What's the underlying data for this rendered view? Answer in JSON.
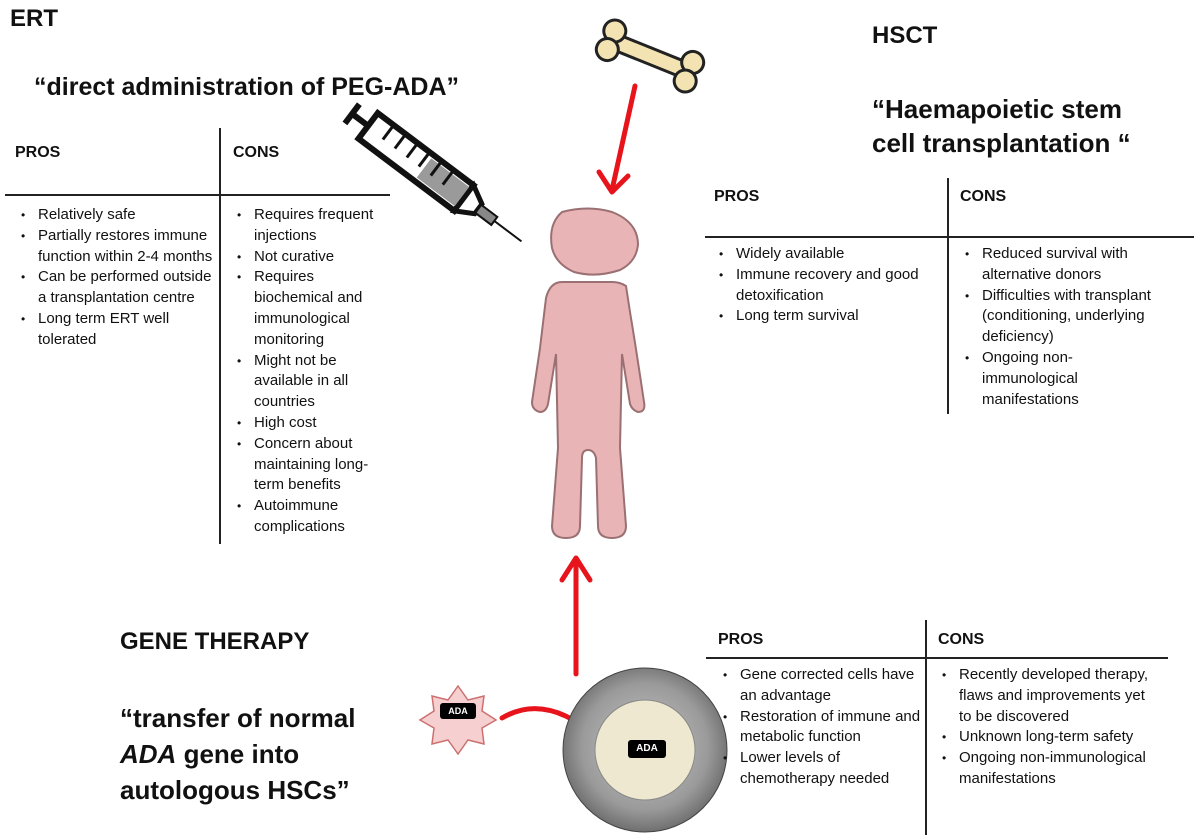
{
  "colors": {
    "arrow": "#e8141c",
    "figure_fill": "#e8b4b6",
    "figure_stroke": "#9a7072",
    "bone_fill": "#f3e3b2",
    "cell_outer": "#707070",
    "cell_inner": "#ede8cf",
    "star_fill": "#f6d0d0",
    "star_stroke": "#cc7070",
    "label_bg": "#000000"
  },
  "icons": [
    "syringe-icon",
    "bone-icon",
    "person-icon",
    "cell-icon",
    "ada-protein-icon"
  ],
  "ert": {
    "title": "ERT",
    "subtitle": "“direct administration of PEG-ADA”",
    "pros_header": "PROS",
    "cons_header": "CONS",
    "pros": [
      "Relatively safe",
      "Partially restores immune function within 2-4 months",
      "Can be performed outside a transplantation centre",
      "Long term ERT well tolerated"
    ],
    "cons": [
      "Requires frequent injections",
      "Not curative",
      "Requires biochemical and immunological monitoring",
      "Might not be available in all countries",
      "High cost",
      "Concern about maintaining long-term benefits",
      "Autoimmune complications"
    ]
  },
  "hsct": {
    "title": "HSCT",
    "subtitle": "“Haemapoietic stem cell transplantation “",
    "pros_header": "PROS",
    "cons_header": "CONS",
    "pros": [
      "Widely available",
      "Immune recovery and good detoxification",
      "Long term survival"
    ],
    "cons": [
      "Reduced survival with alternative donors",
      "Difficulties with transplant (conditioning, underlying deficiency)",
      "Ongoing non-immunological manifestations"
    ]
  },
  "gene": {
    "title": "GENE THERAPY",
    "subtitle_part1": "“transfer of normal",
    "subtitle_italic": "ADA",
    "subtitle_part2": " gene into",
    "subtitle_part3": "autologous HSCs”",
    "pros_header": "PROS",
    "cons_header": "CONS",
    "pros": [
      "Gene corrected cells have an advantage",
      "Restoration of immune and metabolic function",
      "Lower levels of chemotherapy needed"
    ],
    "cons": [
      "Recently developed therapy, flaws and improvements yet to be discovered",
      "Unknown long-term safety",
      "Ongoing non-immunological manifestations"
    ]
  },
  "labels": {
    "star_label": "ADA",
    "cell_label": "ADA"
  }
}
